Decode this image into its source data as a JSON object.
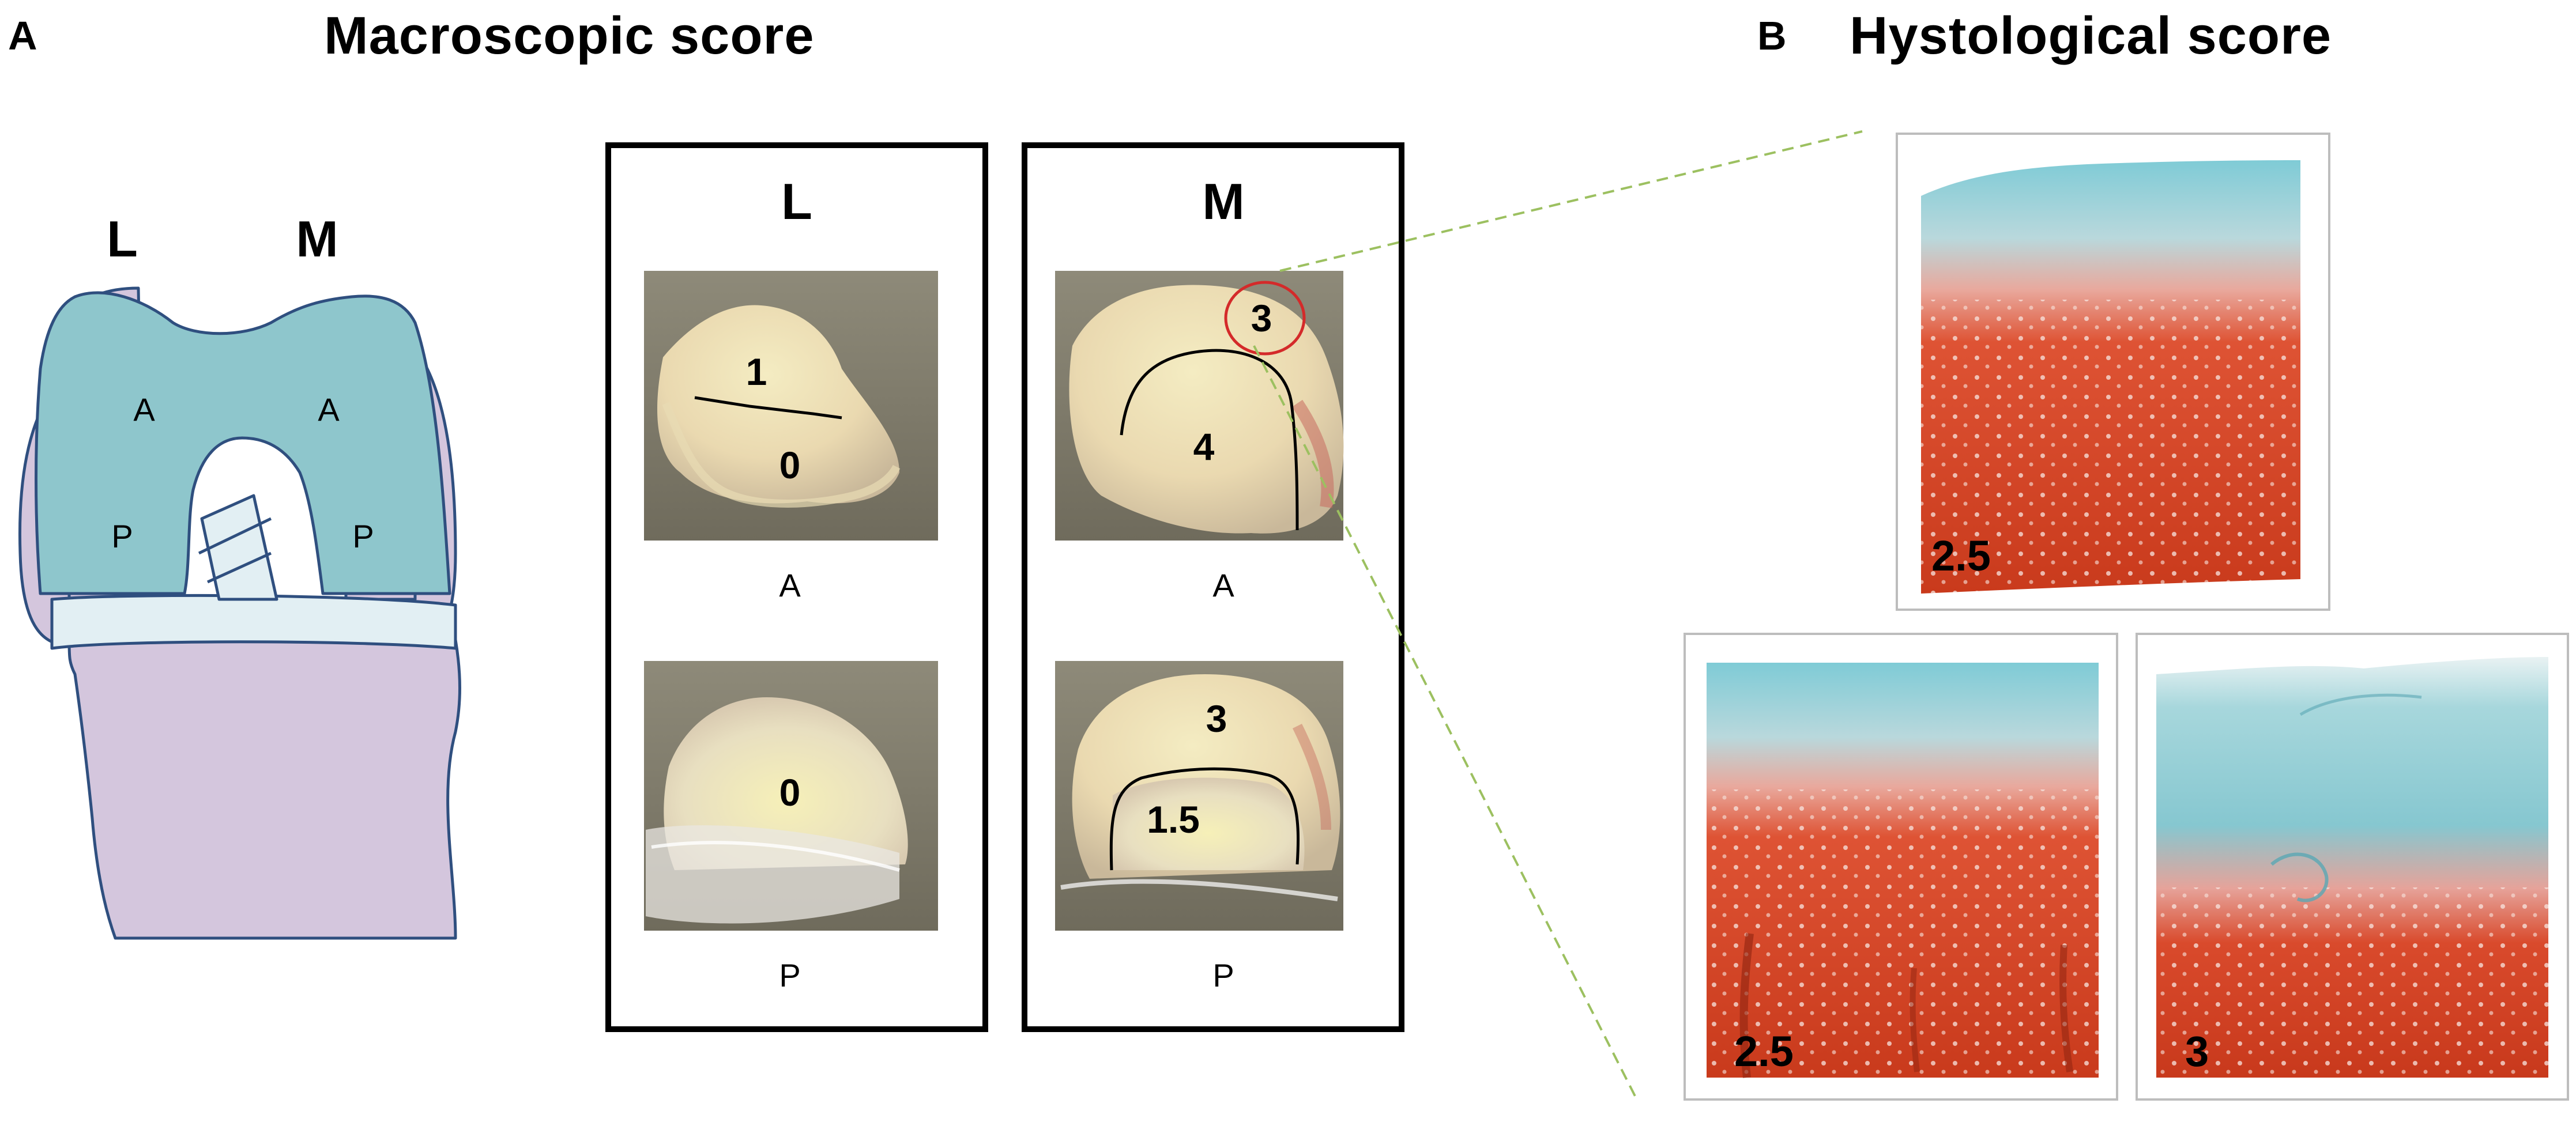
{
  "panel_a": {
    "letter": "A",
    "title": "Macroscopic score",
    "knee": {
      "lateral": "L",
      "medial": "M",
      "lat_ant": "A",
      "lat_post": "P",
      "med_ant": "A",
      "med_post": "P"
    },
    "lateral_box": {
      "heading": "L",
      "top_caption": "A",
      "top_scores": [
        "1",
        "0"
      ],
      "bottom_caption": "P",
      "bottom_scores": [
        "0"
      ]
    },
    "medial_box": {
      "heading": "M",
      "top_caption": "A",
      "top_scores": [
        "3",
        "4"
      ],
      "bottom_caption": "P",
      "bottom_scores": [
        "3",
        "1.5"
      ]
    }
  },
  "panel_b": {
    "letter": "B",
    "title": "Hystological score",
    "scores": {
      "top": "2.5",
      "bottom_left": "2.5",
      "bottom_right": "3"
    }
  },
  "colors": {
    "cartilage_blue": "#8ec6cc",
    "bone_lilac": "#d4c6dd",
    "outline": "#2f4f7f",
    "safranin_red": "#d8391f",
    "fast_green": "#7cc9d3",
    "zoom_line": "#9cc060",
    "highlight_circle": "#d42a2a"
  }
}
